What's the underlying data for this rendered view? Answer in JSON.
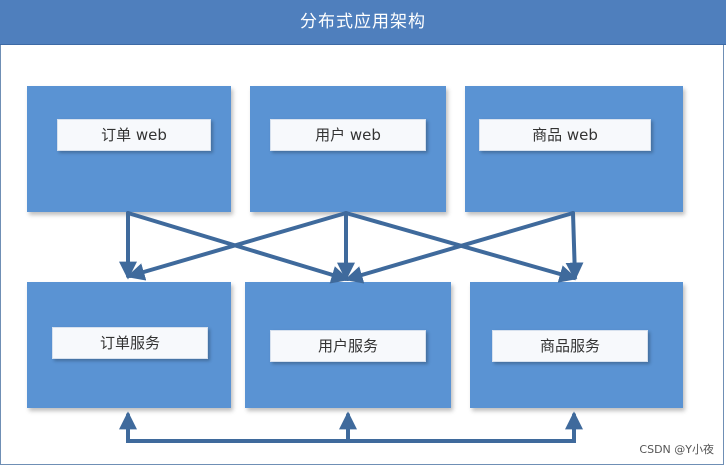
{
  "title": "分布式应用架构",
  "web_layer": [
    {
      "label": "订单 web"
    },
    {
      "label": "用户 web"
    },
    {
      "label": "商品 web"
    }
  ],
  "service_layer": [
    {
      "label": "订单服务"
    },
    {
      "label": "用户服务"
    },
    {
      "label": "商品服务"
    }
  ],
  "watermark": "CSDN @Y小夜",
  "colors": {
    "title_bar": "#4f7fbd",
    "box": "#5a93d3",
    "arrow": "#3f6a9c",
    "label_bg": "#f7f9fc"
  }
}
